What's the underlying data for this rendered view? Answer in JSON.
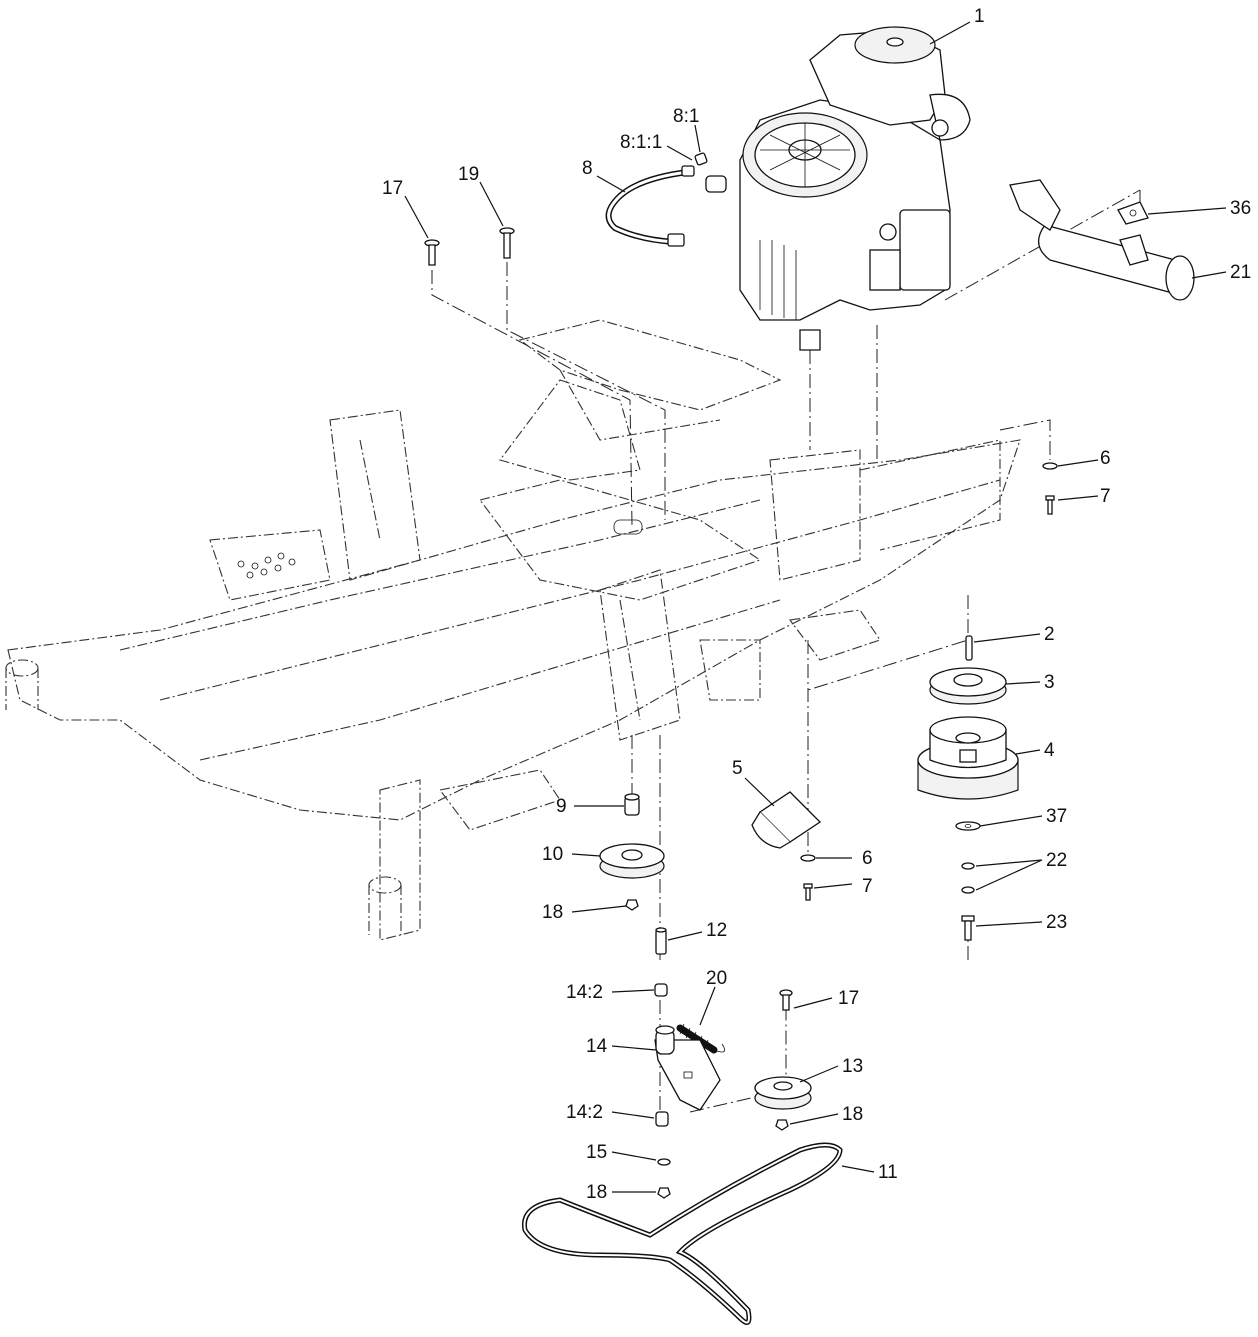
{
  "labels": {
    "p1": "1",
    "p8_1": "8:1",
    "p8_1_1": "8:1:1",
    "p8": "8",
    "p17a": "17",
    "p19": "19",
    "p36": "36",
    "p21": "21",
    "p6a": "6",
    "p7a": "7",
    "p2": "2",
    "p3": "3",
    "p4": "4",
    "p5": "5",
    "p37": "37",
    "p9": "9",
    "p10": "10",
    "p6b": "6",
    "p22": "22",
    "p7b": "7",
    "p18a": "18",
    "p23": "23",
    "p12": "12",
    "p20": "20",
    "p17b": "17",
    "p14_2a": "14:2",
    "p14": "14",
    "p13": "13",
    "p14_2b": "14:2",
    "p18b": "18",
    "p15": "15",
    "p11": "11",
    "p18c": "18"
  }
}
